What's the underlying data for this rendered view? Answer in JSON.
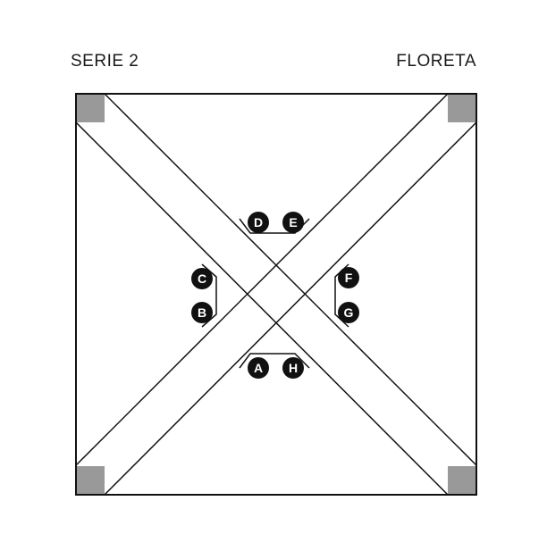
{
  "header": {
    "left": "SERIE 2",
    "right": "FLORETA"
  },
  "colors": {
    "line": "#111111",
    "corner_box": "#999999",
    "marker_fill": "#111111",
    "marker_text": "#ffffff"
  },
  "markers": [
    {
      "id": "A",
      "label": "A"
    },
    {
      "id": "H",
      "label": "H"
    },
    {
      "id": "B",
      "label": "B"
    },
    {
      "id": "C",
      "label": "C"
    },
    {
      "id": "D",
      "label": "D"
    },
    {
      "id": "E",
      "label": "E"
    },
    {
      "id": "F",
      "label": "F"
    },
    {
      "id": "G",
      "label": "G"
    }
  ]
}
